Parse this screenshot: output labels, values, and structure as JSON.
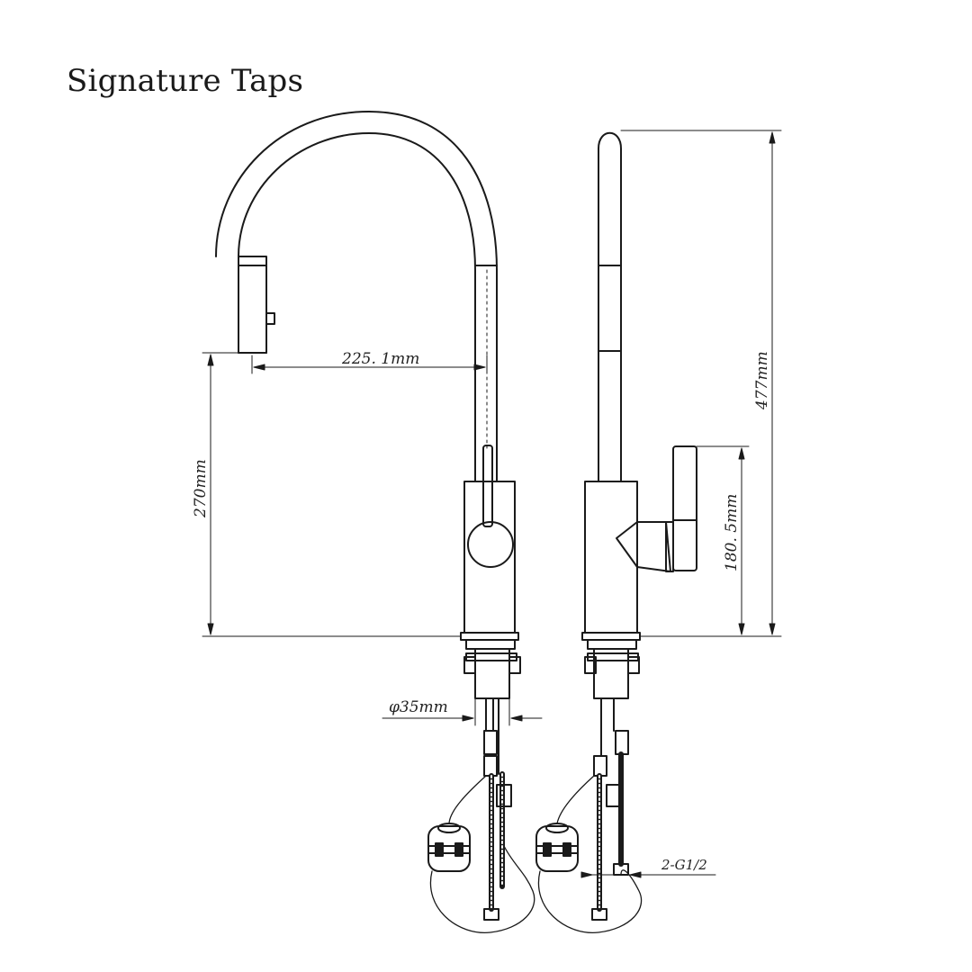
{
  "header": {
    "title": "Signature Taps"
  },
  "dimensions": {
    "spout_reach": "225. 1mm",
    "spout_height": "270mm",
    "total_height": "477mm",
    "handle_height": "180. 5mm",
    "base_diameter": "φ35mm",
    "inlet_thread": "2-G1/2"
  },
  "colors": {
    "line": "#1a1a1a",
    "background": "#ffffff"
  }
}
